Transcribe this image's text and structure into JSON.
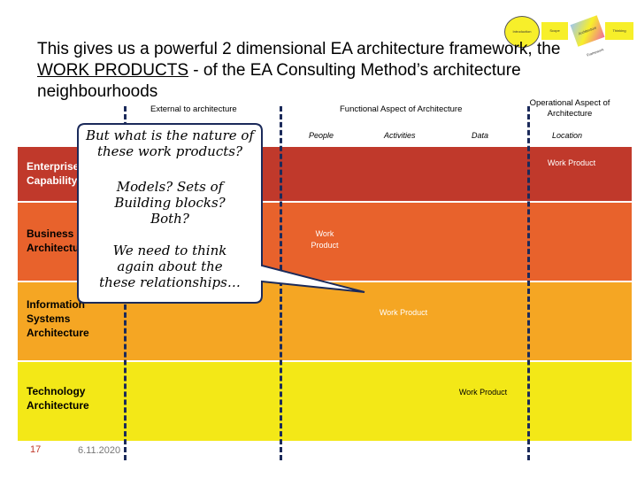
{
  "nav": {
    "items": [
      "Introduction",
      "Scope",
      "Architecture Framework",
      "Thinking"
    ]
  },
  "title": {
    "line1": "This gives us a powerful 2 dimensional EA architecture framework, the",
    "line2_underlined": "WORK PRODUCTS",
    "line2_rest": " - of the EA Consulting Method’s architecture",
    "line3": "neighbourhoods"
  },
  "columns": {
    "external": "External to architecture",
    "functional": "Functional Aspect of Architecture",
    "operational": "Operational Aspect of Architecture",
    "people": "People",
    "activities": "Activities",
    "data": "Data",
    "location": "Location"
  },
  "rows": {
    "enterprise": "Enterprise Capability",
    "business": "Business Architecture",
    "information": "Information Systems Architecture",
    "technology": "Technology Architecture"
  },
  "work_product": "Work Product",
  "callout": {
    "p1": "But what is the nature of these work products?",
    "p2": "Models? Sets of Building blocks? Both?",
    "p3": "We need to think again about the these relationships…"
  },
  "footer": {
    "page_number": "17",
    "date": "6.11.2020"
  },
  "colors": {
    "enterprise": "#c0392b",
    "business": "#e8622c",
    "information": "#f5a623",
    "technology": "#f3e817",
    "dash": "#1b2a5a"
  }
}
